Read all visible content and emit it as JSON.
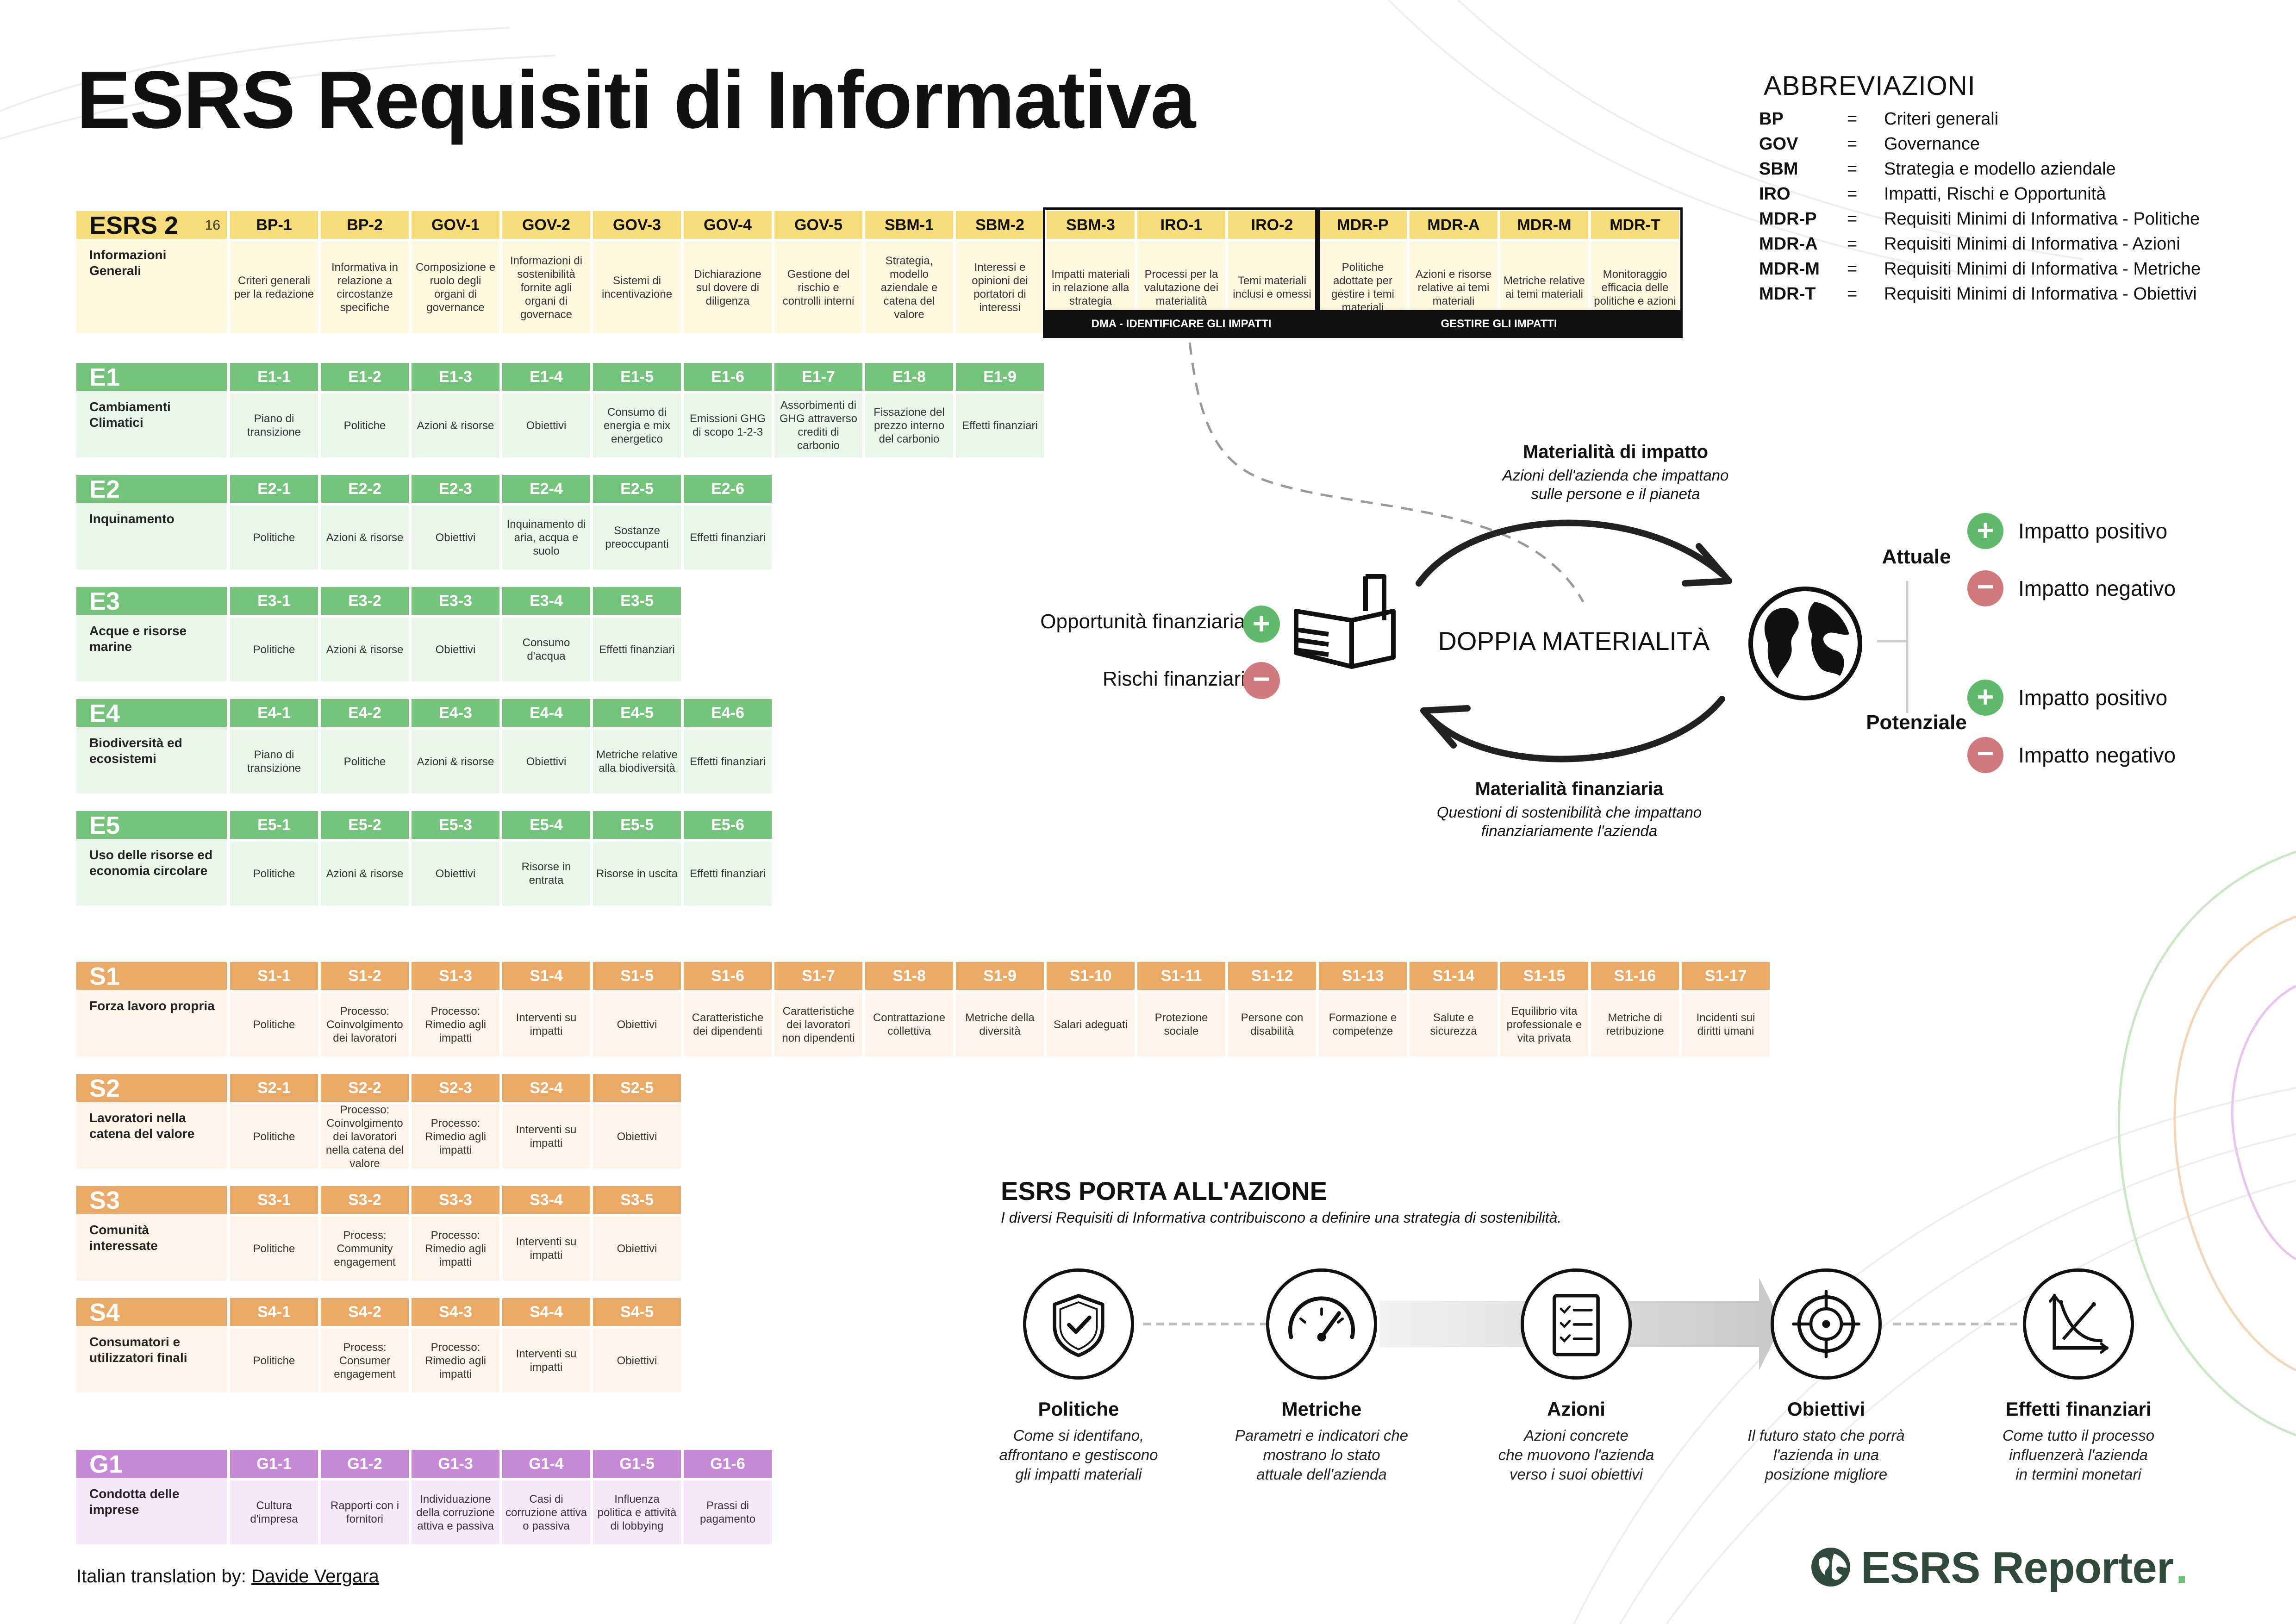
{
  "title": "ESRS Requisiti di Informativa",
  "abbreviations": {
    "title": "ABBREVIAZIONI",
    "items": [
      {
        "key": "BP",
        "eq": "=",
        "value": "Criteri generali"
      },
      {
        "key": "GOV",
        "eq": "=",
        "value": "Governance"
      },
      {
        "key": "SBM",
        "eq": "=",
        "value": "Strategia e modello aziendale"
      },
      {
        "key": "IRO",
        "eq": "=",
        "value": "Impatti, Rischi e Opportunità"
      },
      {
        "key": "MDR-P",
        "eq": "=",
        "value": "Requisiti Minimi di Informativa - Politiche"
      },
      {
        "key": "MDR-A",
        "eq": "=",
        "value": "Requisiti Minimi di Informativa - Azioni"
      },
      {
        "key": "MDR-M",
        "eq": "=",
        "value": "Requisiti Minimi di Informativa - Metriche"
      },
      {
        "key": "MDR-T",
        "eq": "=",
        "value": "Requisiti Minimi di Informativa - Obiettivi"
      }
    ]
  },
  "colors": {
    "yellow": "#f6dd7a",
    "yellow_light": "#fdf8dd",
    "green": "#74c47c",
    "green_light": "#eaf6ea",
    "orange": "#eaa965",
    "orange_light": "#fdf3e8",
    "purple": "#c589d6",
    "purple_light": "#f5e8f9"
  },
  "esrs2": {
    "code": "ESRS 2",
    "count": "16",
    "name": "Informazioni Generali",
    "items": [
      {
        "code": "BP-1",
        "desc": "Criteri generali per la redazione"
      },
      {
        "code": "BP-2",
        "desc": "Informativa in relazione a circostanze specifiche"
      },
      {
        "code": "GOV-1",
        "desc": "Composizione e ruolo degli organi di governance"
      },
      {
        "code": "GOV-2",
        "desc": "Informazioni di sostenibilità fornite agli organi di governace"
      },
      {
        "code": "GOV-3",
        "desc": "Sistemi di incentivazione"
      },
      {
        "code": "GOV-4",
        "desc": "Dichiarazione sul dovere di diligenza"
      },
      {
        "code": "GOV-5",
        "desc": "Gestione del rischio e controlli interni"
      },
      {
        "code": "SBM-1",
        "desc": "Strategia, modello aziendale e catena del valore"
      },
      {
        "code": "SBM-2",
        "desc": "Interessi e opinioni dei portatori di interessi"
      },
      {
        "code": "SBM-3",
        "desc": "Impatti materiali in relazione alla strategia"
      },
      {
        "code": "IRO-1",
        "desc": "Processi per la valutazione dei materialità"
      },
      {
        "code": "IRO-2",
        "desc": "Temi materiali inclusi e omessi"
      },
      {
        "code": "MDR-P",
        "desc": "Politiche adottate per gestire i temi materiali"
      },
      {
        "code": "MDR-A",
        "desc": "Azioni e risorse relative ai temi materiali"
      },
      {
        "code": "MDR-M",
        "desc": "Metriche relative ai temi materiali"
      },
      {
        "code": "MDR-T",
        "desc": "Monitoraggio efficacia delle politiche e azioni"
      }
    ],
    "band_dma": "DMA - IDENTIFICARE GLI IMPATTI",
    "band_manage": "GESTIRE GLI IMPATTI"
  },
  "environment": [
    {
      "code": "E1",
      "name": "Cambiamenti Climatici",
      "items": [
        {
          "code": "E1-1",
          "desc": "Piano di transizione"
        },
        {
          "code": "E1-2",
          "desc": "Politiche"
        },
        {
          "code": "E1-3",
          "desc": "Azioni & risorse"
        },
        {
          "code": "E1-4",
          "desc": "Obiettivi"
        },
        {
          "code": "E1-5",
          "desc": "Consumo di energia e mix energetico"
        },
        {
          "code": "E1-6",
          "desc": "Emissioni GHG di scopo 1-2-3"
        },
        {
          "code": "E1-7",
          "desc": "Assorbimenti di GHG attraverso crediti di carbonio"
        },
        {
          "code": "E1-8",
          "desc": "Fissazione del prezzo interno del carbonio"
        },
        {
          "code": "E1-9",
          "desc": "Effetti finanziari"
        }
      ]
    },
    {
      "code": "E2",
      "name": "Inquinamento",
      "items": [
        {
          "code": "E2-1",
          "desc": "Politiche"
        },
        {
          "code": "E2-2",
          "desc": "Azioni & risorse"
        },
        {
          "code": "E2-3",
          "desc": "Obiettivi"
        },
        {
          "code": "E2-4",
          "desc": "Inquinamento di aria, acqua e suolo"
        },
        {
          "code": "E2-5",
          "desc": "Sostanze preoccupanti"
        },
        {
          "code": "E2-6",
          "desc": "Effetti finanziari"
        }
      ]
    },
    {
      "code": "E3",
      "name": "Acque e risorse marine",
      "items": [
        {
          "code": "E3-1",
          "desc": "Politiche"
        },
        {
          "code": "E3-2",
          "desc": "Azioni & risorse"
        },
        {
          "code": "E3-3",
          "desc": "Obiettivi"
        },
        {
          "code": "E3-4",
          "desc": "Consumo d'acqua"
        },
        {
          "code": "E3-5",
          "desc": "Effetti finanziari"
        }
      ]
    },
    {
      "code": "E4",
      "name": "Biodiversità ed ecosistemi",
      "items": [
        {
          "code": "E4-1",
          "desc": "Piano di transizione"
        },
        {
          "code": "E4-2",
          "desc": "Politiche"
        },
        {
          "code": "E4-3",
          "desc": "Azioni & risorse"
        },
        {
          "code": "E4-4",
          "desc": "Obiettivi"
        },
        {
          "code": "E4-5",
          "desc": "Metriche relative alla biodiversità"
        },
        {
          "code": "E4-6",
          "desc": "Effetti finanziari"
        }
      ]
    },
    {
      "code": "E5",
      "name": "Uso delle risorse ed economia circolare",
      "items": [
        {
          "code": "E5-1",
          "desc": "Politiche"
        },
        {
          "code": "E5-2",
          "desc": "Azioni & risorse"
        },
        {
          "code": "E5-3",
          "desc": "Obiettivi"
        },
        {
          "code": "E5-4",
          "desc": "Risorse in entrata"
        },
        {
          "code": "E5-5",
          "desc": "Risorse in uscita"
        },
        {
          "code": "E5-6",
          "desc": "Effetti finanziari"
        }
      ]
    }
  ],
  "social": [
    {
      "code": "S1",
      "name": "Forza lavoro propria",
      "items": [
        {
          "code": "S1-1",
          "desc": "Politiche"
        },
        {
          "code": "S1-2",
          "desc": "Processo: Coinvolgimento dei lavoratori"
        },
        {
          "code": "S1-3",
          "desc": "Processo: Rimedio agli impatti"
        },
        {
          "code": "S1-4",
          "desc": "Interventi su impatti"
        },
        {
          "code": "S1-5",
          "desc": "Obiettivi"
        },
        {
          "code": "S1-6",
          "desc": "Caratteristiche dei dipendenti"
        },
        {
          "code": "S1-7",
          "desc": "Caratteristiche dei lavoratori non dipendenti"
        },
        {
          "code": "S1-8",
          "desc": "Contrattazione collettiva"
        },
        {
          "code": "S1-9",
          "desc": "Metriche della diversità"
        },
        {
          "code": "S1-10",
          "desc": "Salari adeguati"
        },
        {
          "code": "S1-11",
          "desc": "Protezione sociale"
        },
        {
          "code": "S1-12",
          "desc": "Persone con disabilità"
        },
        {
          "code": "S1-13",
          "desc": "Formazione e competenze"
        },
        {
          "code": "S1-14",
          "desc": "Salute e sicurezza"
        },
        {
          "code": "S1-15",
          "desc": "Equilibrio vita professionale e vita privata"
        },
        {
          "code": "S1-16",
          "desc": "Metriche di retribuzione"
        },
        {
          "code": "S1-17",
          "desc": "Incidenti sui diritti umani"
        }
      ]
    },
    {
      "code": "S2",
      "name": "Lavoratori nella catena del valore",
      "items": [
        {
          "code": "S2-1",
          "desc": "Politiche"
        },
        {
          "code": "S2-2",
          "desc": "Processo: Coinvolgimento dei lavoratori nella catena del valore"
        },
        {
          "code": "S2-3",
          "desc": "Processo: Rimedio agli impatti"
        },
        {
          "code": "S2-4",
          "desc": "Interventi su impatti"
        },
        {
          "code": "S2-5",
          "desc": "Obiettivi"
        }
      ]
    },
    {
      "code": "S3",
      "name": "Comunità interessate",
      "items": [
        {
          "code": "S3-1",
          "desc": "Politiche"
        },
        {
          "code": "S3-2",
          "desc": "Process: Community engagement"
        },
        {
          "code": "S3-3",
          "desc": "Processo: Rimedio agli impatti"
        },
        {
          "code": "S3-4",
          "desc": "Interventi su impatti"
        },
        {
          "code": "S3-5",
          "desc": "Obiettivi"
        }
      ]
    },
    {
      "code": "S4",
      "name": "Consumatori e utilizzatori finali",
      "items": [
        {
          "code": "S4-1",
          "desc": "Politiche"
        },
        {
          "code": "S4-2",
          "desc": "Process: Consumer engagement"
        },
        {
          "code": "S4-3",
          "desc": "Processo: Rimedio agli impatti"
        },
        {
          "code": "S4-4",
          "desc": "Interventi su impatti"
        },
        {
          "code": "S4-5",
          "desc": "Obiettivi"
        }
      ]
    }
  ],
  "governance": [
    {
      "code": "G1",
      "name": "Condotta delle imprese",
      "items": [
        {
          "code": "G1-1",
          "desc": "Cultura d'impresa"
        },
        {
          "code": "G1-2",
          "desc": "Rapporti con i fornitori"
        },
        {
          "code": "G1-3",
          "desc": "Individuazione della corruzione attiva e passiva"
        },
        {
          "code": "G1-4",
          "desc": "Casi di corruzione attiva o passiva"
        },
        {
          "code": "G1-5",
          "desc": "Influenza politica e attività di lobbying"
        },
        {
          "code": "G1-6",
          "desc": "Prassi di pagamento"
        }
      ]
    }
  ],
  "double_materiality": {
    "center": "DOPPIA MATERIALITÀ",
    "impact_title": "Materialità di impatto",
    "impact_desc_1": "Azioni dell'azienda che impattano",
    "impact_desc_2": "sulle persone e il pianeta",
    "financial_title": "Materialità finanziaria",
    "financial_desc_1": "Questioni di sostenibilità che impattano",
    "financial_desc_2": "finanziariamente l'azienda",
    "opportunity": "Opportunità finanziaria",
    "risk": "Rischi finanziari",
    "actual": "Attuale",
    "potential": "Potenziale",
    "positive_impact": "Impatto positivo",
    "negative_impact": "Impatto negativo",
    "plus": "+",
    "minus": "−"
  },
  "action": {
    "title": "ESRS PORTA ALL'AZIONE",
    "subtitle": "I diversi Requisiti di Informativa contribuiscono a definire una strategia di sostenibilità.",
    "steps": [
      {
        "label": "Politiche",
        "desc_1": "Come si identifano,",
        "desc_2": "affrontano e gestiscono",
        "desc_3": "gli impatti materiali",
        "icon": "shield-check-icon"
      },
      {
        "label": "Metriche",
        "desc_1": "Parametri e indicatori che",
        "desc_2": "mostrano lo stato",
        "desc_3": "attuale dell'azienda",
        "icon": "gauge-icon"
      },
      {
        "label": "Azioni",
        "desc_1": "Azioni concrete",
        "desc_2": "che muovono l'azienda",
        "desc_3": "verso i suoi obiettivi",
        "icon": "checklist-icon"
      },
      {
        "label": "Obiettivi",
        "desc_1": "Il futuro stato che porrà",
        "desc_2": "l'azienda in una",
        "desc_3": "posizione migliore",
        "icon": "target-icon"
      },
      {
        "label": "Effetti finanziari",
        "desc_1": "Come tutto il processo",
        "desc_2": "influenzerà l'azienda",
        "desc_3": "in termini monetari",
        "icon": "chart-icon"
      }
    ]
  },
  "footer": {
    "translation_prefix": "Italian translation by:",
    "translator": "Davide Vergara",
    "logo_text": "ESRS Reporter",
    "logo_dot": "."
  }
}
